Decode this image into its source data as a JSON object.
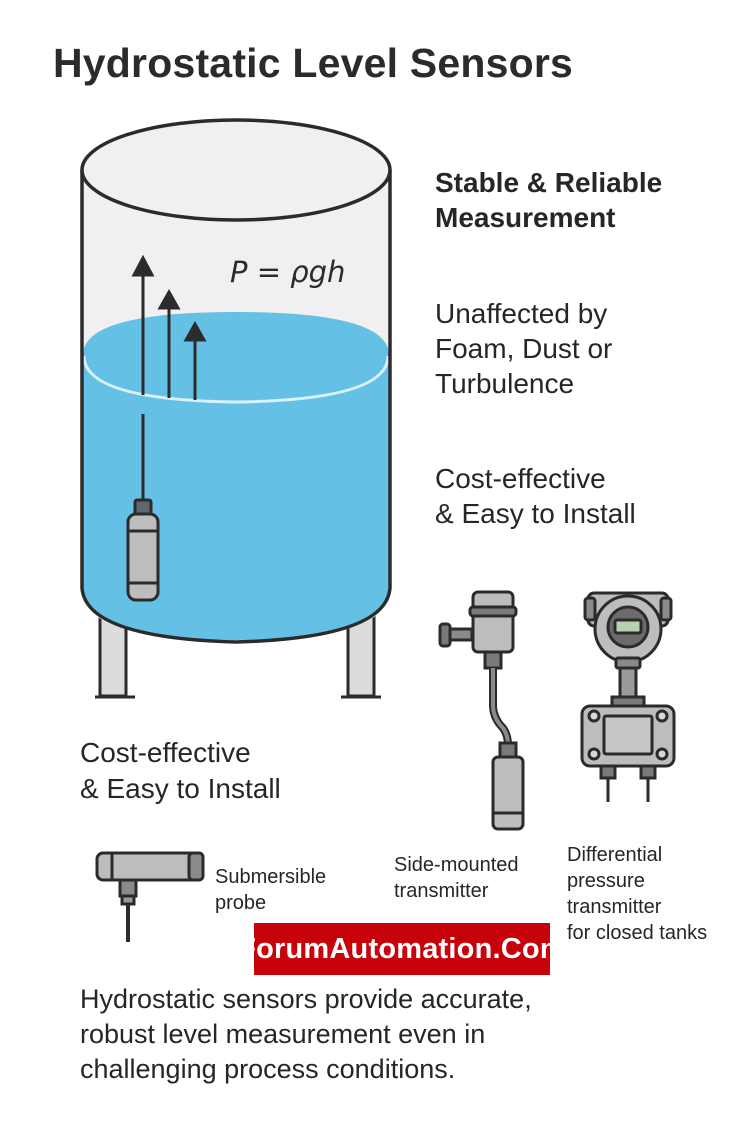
{
  "title": "Hydrostatic Level Sensors",
  "diagram": {
    "formula": "P = ρgh",
    "tank_icon": "tank-icon",
    "liquid_color": "#65c0e6",
    "tank_color": "#f0f0f0",
    "sensor_color": "#bdbdbd"
  },
  "features": [
    {
      "lines": [
        "Stable & Reliable",
        "Measurement"
      ],
      "bold": true
    },
    {
      "lines": [
        "Unaffected by",
        "Foam, Dust or",
        "Turbulence"
      ],
      "bold": false
    },
    {
      "lines": [
        "Cost-effective",
        "& Easy to Install"
      ],
      "bold": false
    }
  ],
  "left_heading": {
    "lines": [
      "Cost-effective",
      "& Easy to Install"
    ]
  },
  "sensor_types": [
    {
      "icon": "submersible-probe-icon",
      "lines": [
        "Submersible",
        "probe"
      ]
    },
    {
      "icon": "side-mounted-transmitter-icon",
      "lines": [
        "Side-mounted",
        "transmitter"
      ]
    },
    {
      "icon": "differential-pressure-transmitter-icon",
      "lines": [
        "Differential",
        "pressure",
        "transmitter",
        "for closed tanks"
      ]
    }
  ],
  "brand": {
    "label": "ForumAutomation.Com",
    "color": "#c8020a"
  },
  "summary": {
    "lines": [
      "Hydrostatic sensors provide accurate,",
      "robust level measurement even in",
      "challenging process conditions."
    ]
  }
}
